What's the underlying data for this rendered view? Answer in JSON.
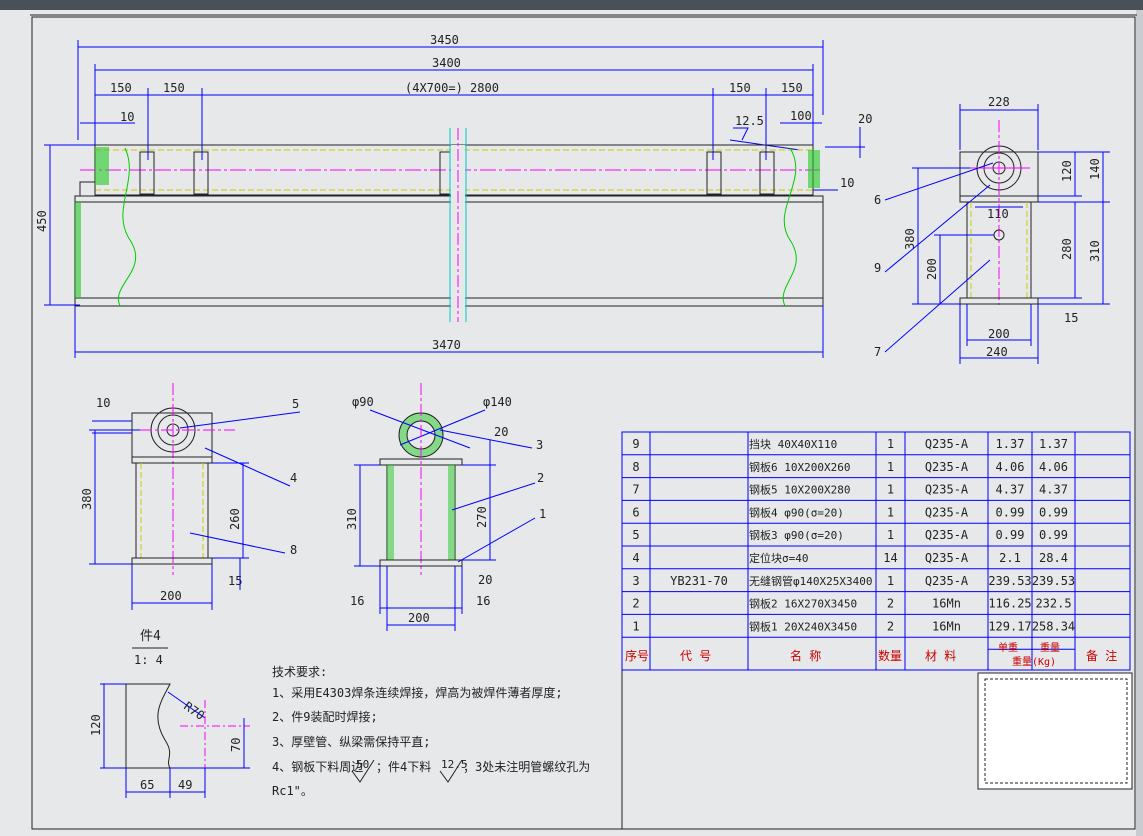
{
  "colors": {
    "dim": "#0000ff",
    "outline": "#222222",
    "center": "#ff00ff",
    "hidden": "#cccc00",
    "break": "#00cc00",
    "axis": "#00cccc",
    "paper": "#e6e8ea"
  },
  "front_view": {
    "dims": {
      "total_3450": "3450",
      "len_3400": "3400",
      "pitch": "(4X700=) 2800",
      "left_150a": "150",
      "left_150b": "150",
      "right_150a": "150",
      "right_150b": "150",
      "d10": "10",
      "d100": "100",
      "d20": "20",
      "d10b": "10",
      "bevel": "12.5",
      "h450": "450",
      "bottom_3470": "3470"
    }
  },
  "side_view": {
    "dims": {
      "w228": "228",
      "h120": "120",
      "h140": "140",
      "d110": "110",
      "h380": "380",
      "h200": "200",
      "h280": "280",
      "h310": "310",
      "d15": "15",
      "w200": "200",
      "w240": "240"
    },
    "callouts": {
      "p6": "6",
      "p9": "9",
      "p7": "7"
    }
  },
  "detail_a": {
    "dims": {
      "d10": "10",
      "h380": "380",
      "h260": "260",
      "d15": "15",
      "w200": "200"
    },
    "callouts": {
      "p5": "5",
      "p4": "4",
      "p8": "8"
    }
  },
  "detail_b": {
    "dims": {
      "phi90": "φ90",
      "phi140": "φ140",
      "d20": "20",
      "h310": "310",
      "h270": "270",
      "d20b": "20",
      "d16a": "16",
      "d16b": "16",
      "w200": "200"
    },
    "callouts": {
      "p3": "3",
      "p2": "2",
      "p1": "1"
    }
  },
  "part4": {
    "title": "件4",
    "scale": "1: 4",
    "dims": {
      "h120": "120",
      "r70": "R70",
      "h70": "70",
      "w65": "65",
      "w49": "49"
    }
  },
  "notes": {
    "title": "技术要求:",
    "lines": [
      "1、采用E4303焊条连续焊接，焊高为被焊件薄者厚度;",
      "2、件9装配时焊接;",
      "3、厚壁管、纵梁需保持平直;",
      "4、钢板下料周边",
      "Rc1\"。"
    ],
    "line4_mid": "；件4下料",
    "line4_end": "；3处未注明管螺纹孔为",
    "finish1": "50",
    "finish2": "12.5"
  },
  "bom": {
    "rows": [
      {
        "no": "9",
        "code": "",
        "name": "挡块 40X40X110",
        "qty": "1",
        "mat": "Q235-A",
        "unit": "1.37",
        "total": "1.37",
        "note": ""
      },
      {
        "no": "8",
        "code": "",
        "name": "钢板6 10X200X260",
        "qty": "1",
        "mat": "Q235-A",
        "unit": "4.06",
        "total": "4.06",
        "note": ""
      },
      {
        "no": "7",
        "code": "",
        "name": "钢板5 10X200X280",
        "qty": "1",
        "mat": "Q235-A",
        "unit": "4.37",
        "total": "4.37",
        "note": ""
      },
      {
        "no": "6",
        "code": "",
        "name": "钢板4 φ90(σ=20)",
        "qty": "1",
        "mat": "Q235-A",
        "unit": "0.99",
        "total": "0.99",
        "note": ""
      },
      {
        "no": "5",
        "code": "",
        "name": "钢板3 φ90(σ=20)",
        "qty": "1",
        "mat": "Q235-A",
        "unit": "0.99",
        "total": "0.99",
        "note": ""
      },
      {
        "no": "4",
        "code": "",
        "name": "定位块σ=40",
        "qty": "14",
        "mat": "Q235-A",
        "unit": "2.1",
        "total": "28.4",
        "note": ""
      },
      {
        "no": "3",
        "code": "YB231-70",
        "name": "无缝钢管φ140X25X3400",
        "qty": "1",
        "mat": "Q235-A",
        "unit": "239.53",
        "total": "239.53",
        "note": ""
      },
      {
        "no": "2",
        "code": "",
        "name": "钢板2 16X270X3450",
        "qty": "2",
        "mat": "16Mn",
        "unit": "116.25",
        "total": "232.5",
        "note": ""
      },
      {
        "no": "1",
        "code": "",
        "name": "钢板1 20X240X3450",
        "qty": "2",
        "mat": "16Mn",
        "unit": "129.17",
        "total": "258.34",
        "note": ""
      }
    ],
    "header": {
      "no": "序号",
      "code": "代 号",
      "name": "名 称",
      "qty": "数量",
      "mat": "材 料",
      "unit": "单重",
      "total": "重量",
      "weight": "重量(Kg)",
      "note": "备 注"
    }
  }
}
